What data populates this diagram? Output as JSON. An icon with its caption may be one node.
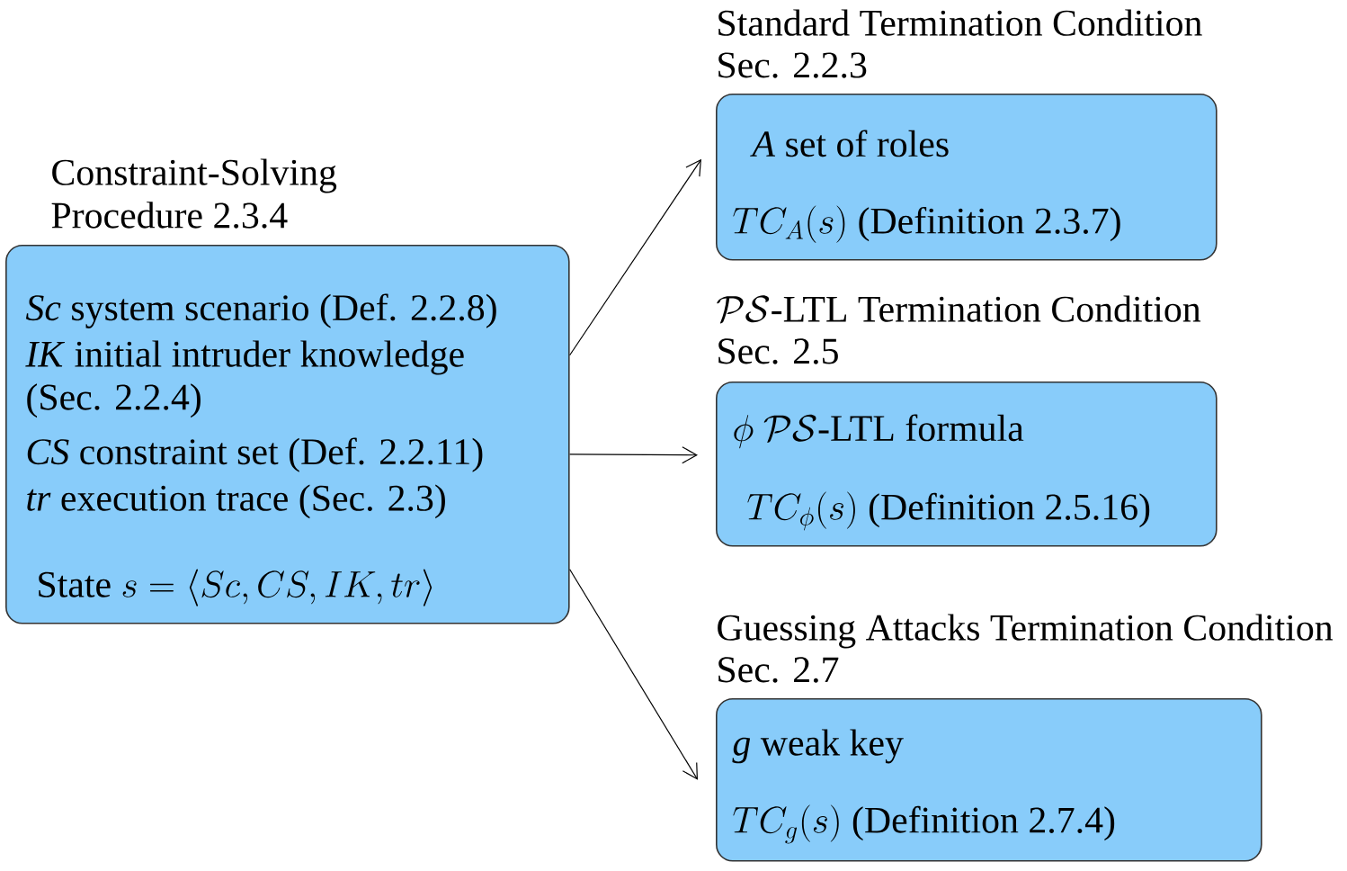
{
  "diagram": {
    "nodes": [
      {
        "text": [
          "Constraint-Solving Procedure 2.3.4",
          "*Sc* system scenario (Def. 2.2.8)",
          "*IK* initial intruder knowledge (Sec. 2.2.4)",
          "*CS* constraint set (Def. 2.2.11)",
          "*tr* execution trace (Sec. 2.3)",
          "\\mbox{State }s = \\langle Sc, CS, IK, tr\\rangle"
        ]
      },
      {
        "text": [
          "Standard Termination Condition",
          "Sec. 2.2.3",
          "*A* set of roles",
          "TC_A(s)\\mbox{ (Definition 2.3.7)}"
        ]
      },
      {
        "text": [
          "\\mathcal{PS}\\mbox{-LTL Termination Condition}",
          "Sec. 2.5",
          "\\phi\\ \\mathcal{PS}\\mbox{-LTL formula}",
          "TC_\\phi(s)\\mbox{ (Definition 2.5.16)}"
        ]
      },
      {
        "text": [
          "Guessing Attacks Termination Condition",
          "Sec. 2.7",
          "*g* weak key",
          "TC_g(s)\\mbox{ (Definition 2.7.4)}"
        ]
      }
    ],
    "edges": [
      {
        "from": 0,
        "to": 1,
        "arrow": "to"
      },
      {
        "from": 0,
        "to": 2,
        "arrow": "to"
      },
      {
        "from": 0,
        "to": 3,
        "arrow": "to"
      }
    ]
  }
}
